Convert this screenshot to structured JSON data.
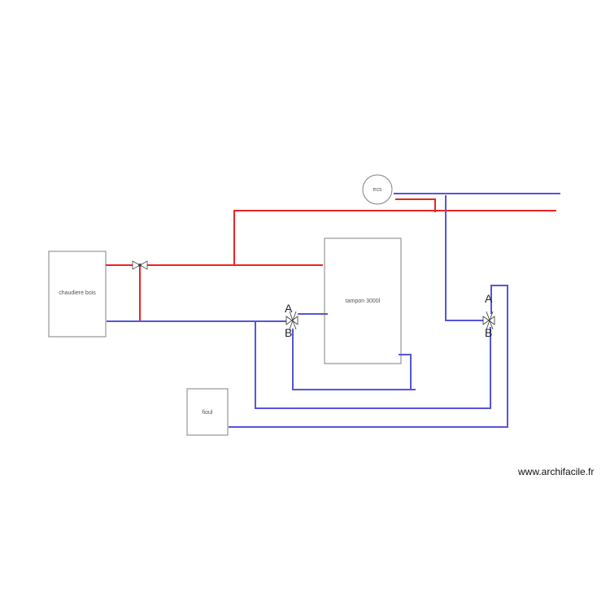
{
  "labels": {
    "boiler": "chaudiere bois",
    "buffer_tank": "tampon 3000l",
    "dhw": "ecs",
    "oil": "fioul",
    "valve1_port_a": "A",
    "valve1_port_b": "B",
    "valve2_port_a": "A",
    "valve2_port_b": "B"
  },
  "watermark": "www.archifacile.fr",
  "colors": {
    "hot_pipe": "#ee2222",
    "cold_pipe": "#5555dd",
    "outline": "#808080",
    "background": "#ffffff"
  }
}
